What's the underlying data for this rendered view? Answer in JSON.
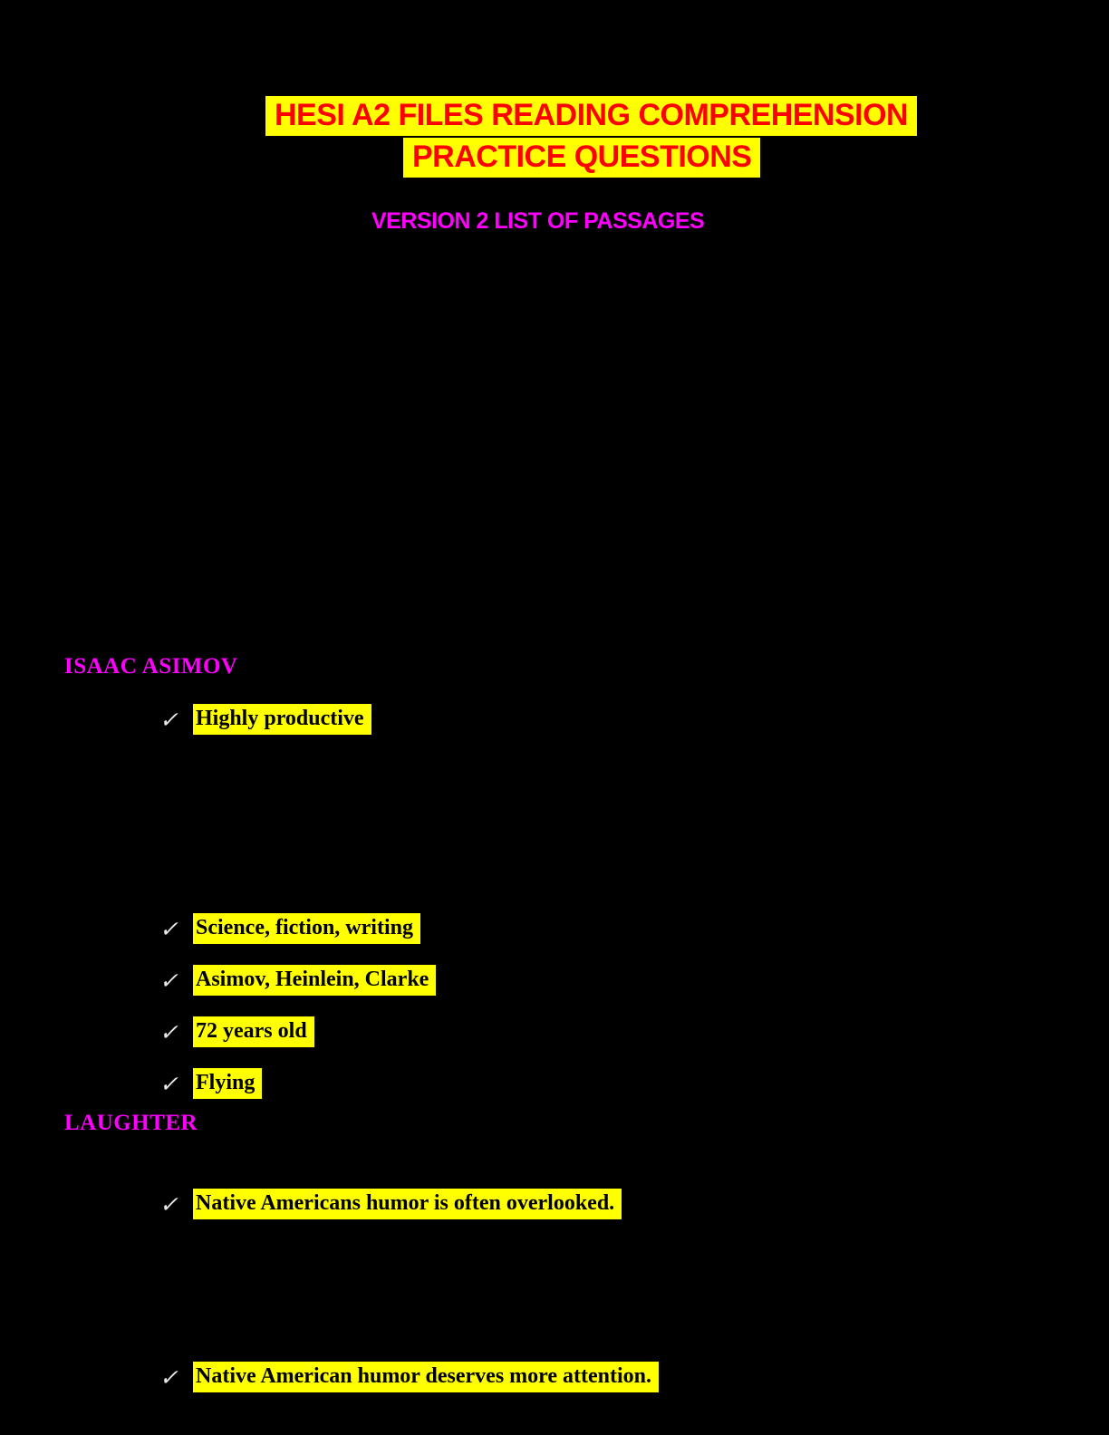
{
  "document": {
    "title": {
      "line1": "HESI A2 FILES READING COMPREHENSION",
      "line2": "PRACTICE QUESTIONS"
    },
    "subtitle": "VERSION 2 LIST OF PASSAGES",
    "colors": {
      "page_background": "#000000",
      "highlight": "#FFFF00",
      "title_text": "#FF0000",
      "heading_text": "#FF00FF",
      "bullet_text": "#000000",
      "check_icon": "#E8E8E8"
    },
    "icons": {
      "check": "✓"
    },
    "sections": [
      {
        "heading": "ISAAC ASIMOV",
        "bullets": [
          {
            "text": "Highly productive"
          },
          {
            "text": "Science, fiction, writing"
          },
          {
            "text": "Asimov, Heinlein, Clarke"
          },
          {
            "text": "72 years old"
          },
          {
            "text": "Flying"
          }
        ]
      },
      {
        "heading": "LAUGHTER",
        "bullets": [
          {
            "text": "Native Americans humor is often overlooked."
          },
          {
            "text": "Native American humor deserves more attention."
          }
        ]
      }
    ]
  }
}
